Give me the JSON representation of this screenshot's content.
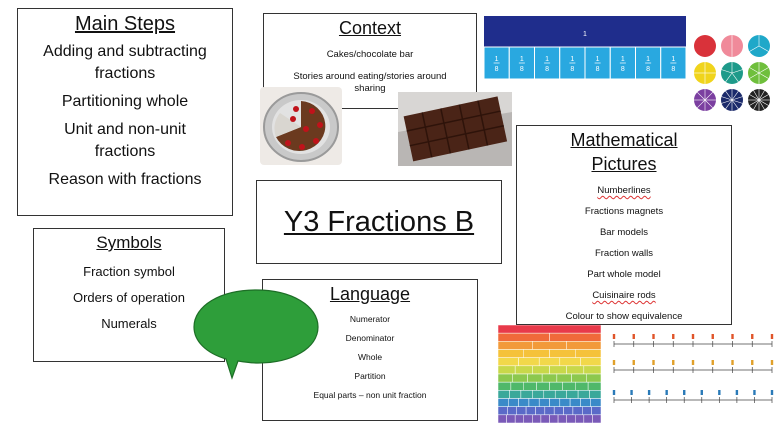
{
  "main_steps": {
    "title": "Main Steps",
    "items": [
      "Adding and subtracting",
      "fractions",
      "Partitioning whole",
      "Unit and non-unit",
      "fractions",
      "Reason with fractions"
    ]
  },
  "context": {
    "title": "Context",
    "items": [
      "Cakes/chocolate bar",
      "Stories around eating/stories around",
      "sharing"
    ]
  },
  "main_title": "Y3 Fractions B",
  "symbols": {
    "title": "Symbols",
    "items": [
      "Fraction symbol",
      "Orders of operation",
      "Numerals"
    ]
  },
  "language": {
    "title": "Language",
    "items": [
      "Numerator",
      "Denominator",
      "Whole",
      "Partition",
      "Equal parts – non unit fraction"
    ]
  },
  "math_pictures": {
    "title_line1": "Mathematical",
    "title_line2": "Pictures",
    "items": [
      "Numberlines",
      "Fractions magnets",
      "Bar models",
      "Fraction walls",
      "Part whole model",
      "Cuisinaire rods",
      "Colour to show equivalence"
    ]
  },
  "fraction_bar": {
    "whole_label": "1",
    "part_label_num": "1",
    "part_label_den": "8",
    "whole_color": "#1f2d8c",
    "part_color": "#29a8e0"
  },
  "colors": {
    "speech_bubble": "#2e9e3a",
    "circles": [
      "#d9323a",
      "#f08a9a",
      "#1fa8c9",
      "#f0d41c",
      "#1e9a8a",
      "#6fbf3c",
      "#7b3fa0",
      "#1b2a6b",
      "#222222"
    ]
  }
}
